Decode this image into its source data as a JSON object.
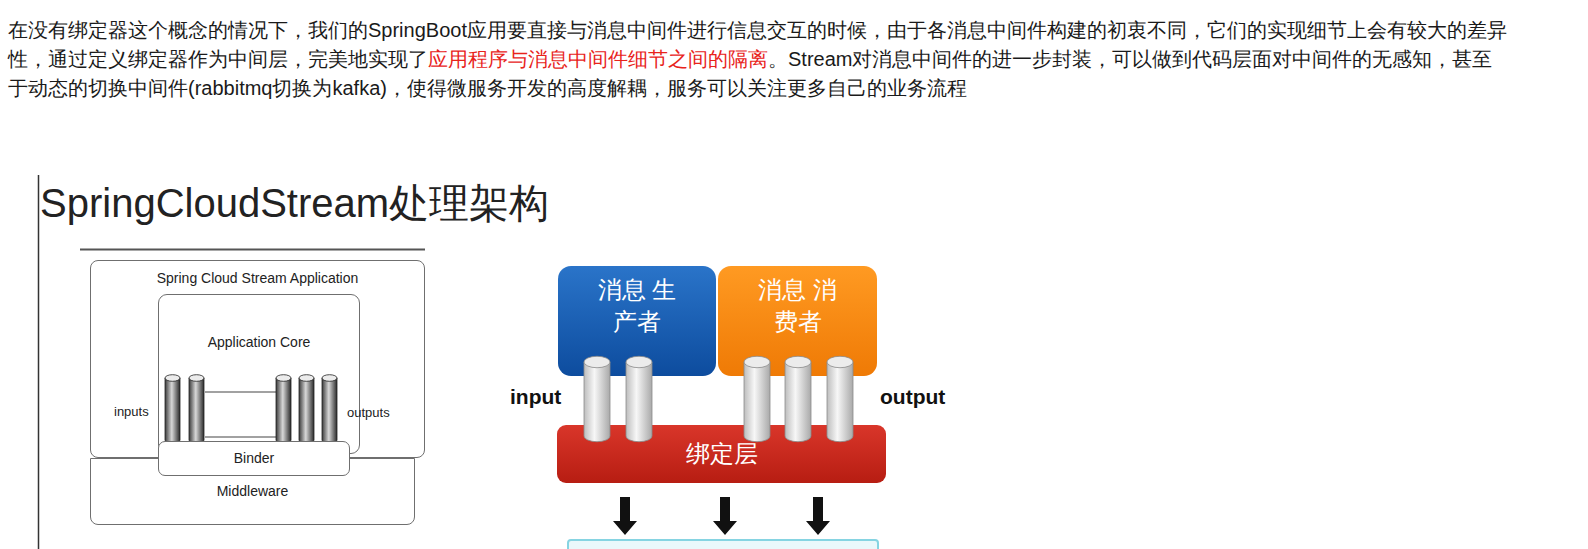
{
  "diagram": {
    "title": "SpringCloudStream处理架构",
    "nodes": [
      {
        "text": [
          "Spring Cloud Stream Application"
        ]
      },
      {
        "text": [
          "Application Core"
        ],
        "in": 0
      },
      {
        "text": [
          "Binder"
        ],
        "in": 0
      },
      {
        "text": [
          "Middleware"
        ]
      },
      {
        "text": [
          "消息 生产者"
        ]
      },
      {
        "text": [
          "消息 消费者"
        ]
      },
      {
        "text": [
          "绑定层"
        ]
      }
    ],
    "labels": [
      "在没有绑定器这个概念的情况下，我们的SpringBoot应用要直接与消息中间件进行信息交互的时候，由于各消息中间件构建的初衷不同，它们的实现细节上会有较大的差异性，通过定义绑定器作为中间层，完美地实现了",
      "应用程序与消息中间件细节之间的隔离",
      "。Stream对消息中间件的进一步封装，可以做到代码层面对中间件的无感知，甚至于动态的切换中间件(rabbitmq切换为kafka)，使得微服务开发的高度解耦，服务可以关注更多自己的业务流程",
      "inputs",
      "outputs",
      "input",
      "output"
    ]
  }
}
